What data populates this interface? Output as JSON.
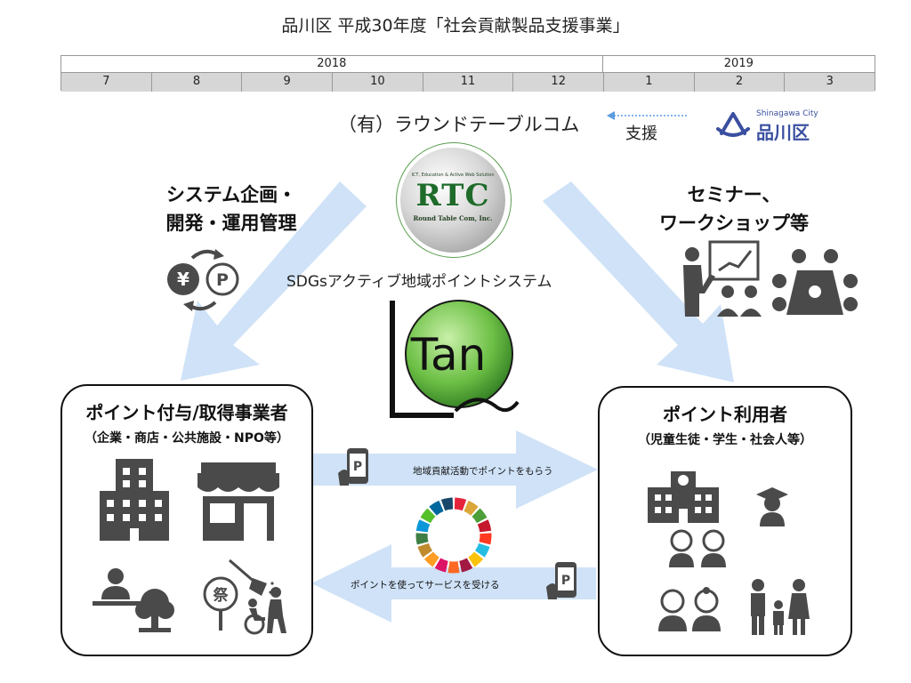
{
  "title": "品川区 平成30年度「社会貢献製品支援事業」",
  "timeline": {
    "years": [
      "2018",
      "2019"
    ],
    "months": [
      "7",
      "8",
      "9",
      "10",
      "11",
      "12",
      "1",
      "2",
      "3"
    ]
  },
  "company": "（有）ラウンドテーブルコム",
  "support_label": "支援",
  "ward": {
    "subtitle": "Shinagawa City",
    "name": "品川区"
  },
  "rtc_logo": {
    "letters": "RTC",
    "tagline": "ICT, Education & Active Web Solution",
    "subname": "Round Table Com, Inc."
  },
  "left_function": {
    "line1": "システム企画・",
    "line2": "開発・運用管理"
  },
  "right_function": {
    "line1": "セミナー、",
    "line2": "ワークショップ等"
  },
  "system_name": "SDGsアクティブ地域ポイントシステム",
  "tan_logo": "Tan",
  "left_box": {
    "title": "ポイント付与/取得事業者",
    "subtitle": "（企業・商店・公共施設・NPO等）",
    "festival_char": "祭"
  },
  "right_box": {
    "title": "ポイント利用者",
    "subtitle": "（児童生徒・学生・社会人等）"
  },
  "flow_to_users": "地域貢献活動でポイントをもらう",
  "flow_to_providers": "ポイントを使ってサービスを受ける",
  "icon_letters": {
    "yen": "¥",
    "point": "P"
  },
  "colors": {
    "arrow": "#cfe2f7",
    "icon": "#4a4a4a",
    "accent_blue": "#3a4fa0",
    "tan_green": "#5cad3c",
    "rtc_green": "#1f6b2a"
  }
}
